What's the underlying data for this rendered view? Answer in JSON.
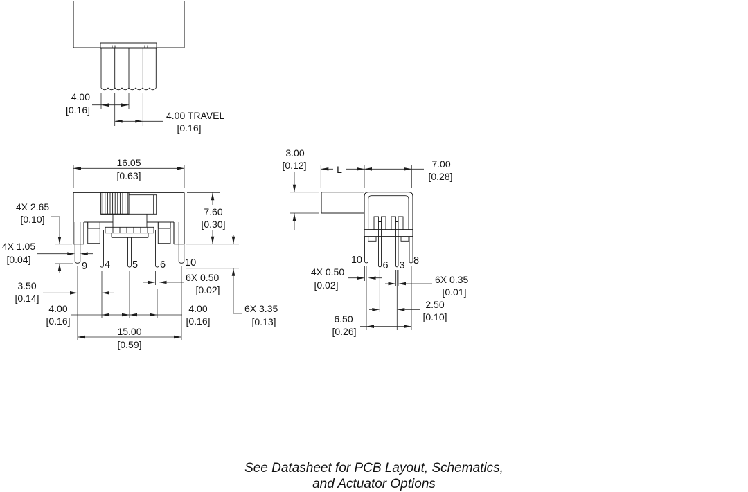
{
  "note": {
    "line1": "See Datasheet for PCB Layout, Schematics,",
    "line2": "and Actuator Options"
  },
  "top_view": {
    "dim_knob": {
      "mm": "4.00",
      "in": "[0.16]"
    },
    "dim_travel": {
      "mm": "4.00 TRAVEL",
      "in": "[0.16]"
    }
  },
  "front_view": {
    "dim_width": {
      "mm": "16.05",
      "in": "[0.63]"
    },
    "dim_post_length": {
      "mm": "4X 2.65",
      "in": "[0.10]"
    },
    "dim_post_width": {
      "mm": "4X 1.05",
      "in": "[0.04]"
    },
    "dim_height": {
      "mm": "7.60",
      "in": "[0.30]"
    },
    "dim_first_pitch": {
      "mm": "3.50",
      "in": "[0.14]"
    },
    "dim_pitch_left": {
      "mm": "4.00",
      "in": "[0.16]"
    },
    "dim_pitch_right": {
      "mm": "4.00",
      "in": "[0.16]"
    },
    "dim_span": {
      "mm": "15.00",
      "in": "[0.59]"
    },
    "dim_pin_width": {
      "mm": "6X 0.50",
      "in": "[0.02]"
    },
    "dim_pin_length": {
      "mm": "6X 3.35",
      "in": "[0.13]"
    },
    "pins": [
      "9",
      "4",
      "5",
      "6",
      "10"
    ]
  },
  "side_view": {
    "dim_actuator_height": {
      "mm": "3.00",
      "in": "[0.12]"
    },
    "dim_L": "L",
    "dim_depth": {
      "mm": "7.00",
      "in": "[0.28]"
    },
    "dim_post_thickness": {
      "mm": "4X 0.50",
      "in": "[0.02]"
    },
    "dim_pin_thickness": {
      "mm": "6X 0.35",
      "in": "[0.01]"
    },
    "dim_pin_pitch": {
      "mm": "2.50",
      "in": "[0.10]"
    },
    "dim_post_span": {
      "mm": "6.50",
      "in": "[0.26]"
    },
    "pins": [
      "10",
      "6",
      "3",
      "8"
    ]
  }
}
